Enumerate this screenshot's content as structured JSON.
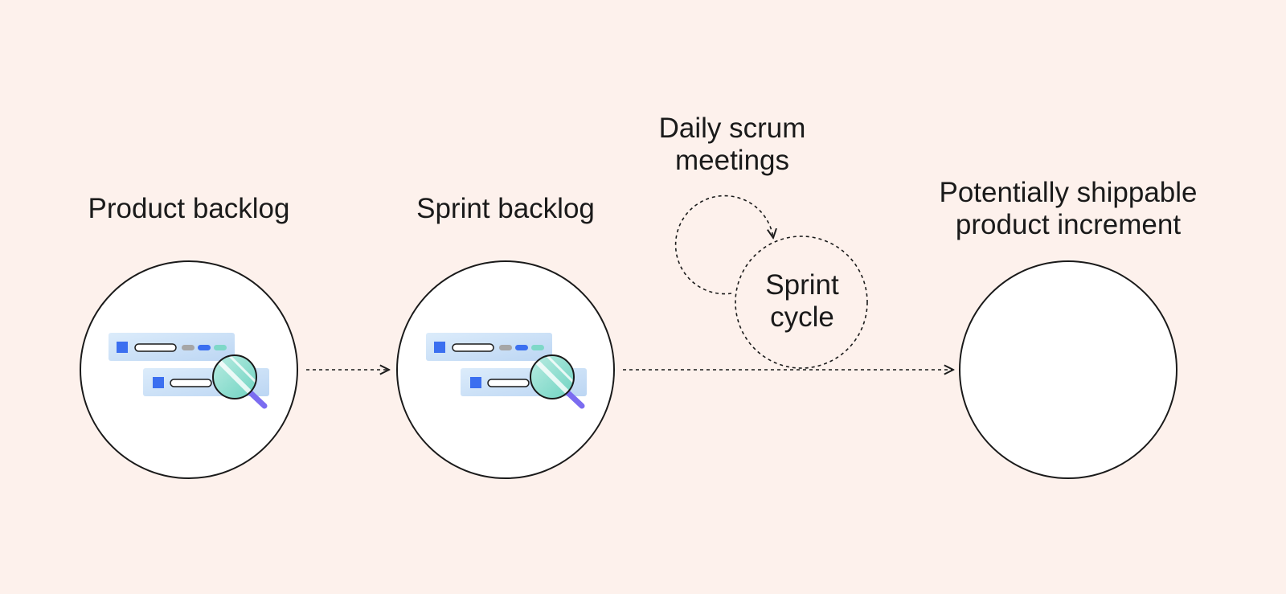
{
  "colors": {
    "background": "#fdf1ec",
    "stroke": "#1a1a1a",
    "card": "#cfe3f7",
    "accent_blue": "#3b6ff0",
    "accent_teal": "#7ed8c8",
    "accent_grey": "#a6a6a6",
    "magnifier_handle": "#7b6cf0"
  },
  "stages": [
    {
      "id": "product-backlog",
      "lines": [
        "Product backlog"
      ],
      "icon": "backlog-list-icon"
    },
    {
      "id": "sprint-backlog",
      "lines": [
        "Sprint backlog"
      ],
      "icon": "backlog-list-icon"
    },
    {
      "id": "increment",
      "lines": [
        "Potentially shippable",
        "product increment"
      ],
      "icon": ""
    }
  ],
  "loop": {
    "caption_lines": [
      "Daily scrum",
      "meetings"
    ],
    "cycle_lines": [
      "Sprint",
      "cycle"
    ]
  }
}
